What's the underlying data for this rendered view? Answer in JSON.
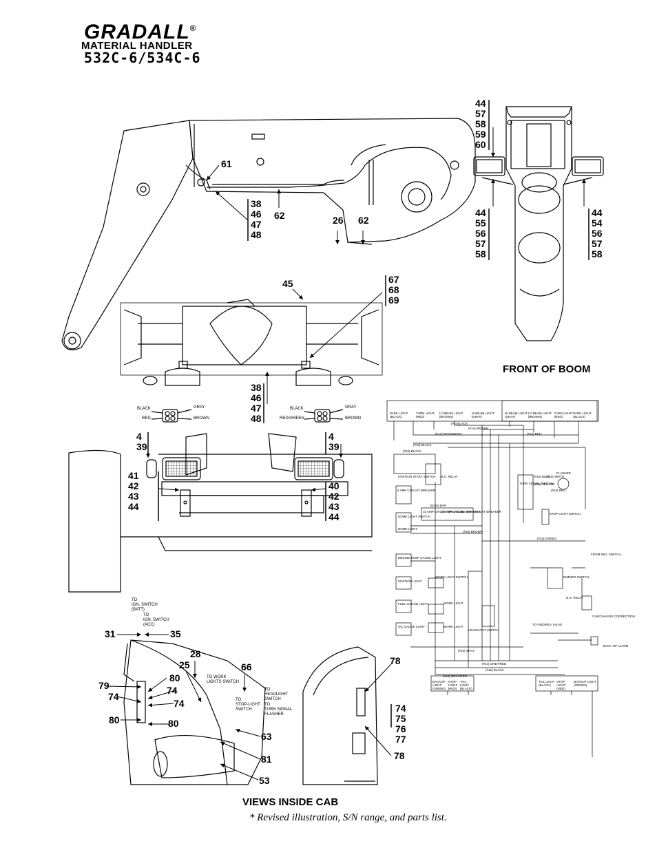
{
  "header": {
    "brand": "GRADALL",
    "registered": "®",
    "subtitle": "MATERIAL HANDLER",
    "model": "532C-6/534C-6"
  },
  "sections": {
    "front_of_boom": "FRONT OF BOOM",
    "views_inside_cab": "VIEWS INSIDE CAB"
  },
  "note": "*  Revised illustration, S/N range, and parts list.",
  "callouts": {
    "boom_61": "61",
    "boom_stack_a": [
      "38",
      "46",
      "47",
      "48"
    ],
    "boom_62a": "62",
    "boom_26": "26",
    "boom_62b": "62",
    "front_top_left": [
      "44",
      "57",
      "58",
      "59",
      "60"
    ],
    "front_bottom_left": [
      "44",
      "55",
      "56",
      "57",
      "58"
    ],
    "front_bottom_right": [
      "44",
      "54",
      "56",
      "57",
      "58"
    ],
    "rear_45": "45",
    "rear_stack_b": [
      "67",
      "68",
      "69"
    ],
    "rear_stack_c": [
      "38",
      "46",
      "47",
      "48"
    ],
    "lamp_left_top": [
      "4",
      "39"
    ],
    "lamp_right_top": [
      "4",
      "39"
    ],
    "lamp_left_bottom": [
      "41",
      "42",
      "43",
      "44"
    ],
    "lamp_right_bottom": [
      "40",
      "42",
      "43",
      "44"
    ],
    "cab_31": "31",
    "cab_35": "35",
    "cab_28": "28",
    "cab_25": "25",
    "cab_66": "66",
    "cab_80a": "80",
    "cab_79": "79",
    "cab_74a": "74",
    "cab_74b": "74",
    "cab_74c": "74",
    "cab_80b": "80",
    "cab_80c": "80",
    "cab_63": "63",
    "cab_81": "81",
    "cab_53": "53",
    "cab_78a": "78",
    "cab_stack_d": [
      "74",
      "75",
      "76",
      "77"
    ],
    "cab_78b": "78"
  },
  "connectors": {
    "left": {
      "tl": "BLACK",
      "bl": "RED",
      "tr": "GRAY",
      "br": "BROWN"
    },
    "right": {
      "tl": "BLACK",
      "bl": "RED/GREEN",
      "tr": "GRAY",
      "br": "BROWN"
    }
  },
  "cab_labels": {
    "ign_batt": [
      "TO",
      "IGN. SWITCH",
      "(BATT)"
    ],
    "ign_acc": [
      "TO",
      "IGN. SWITCH",
      "(ACC)"
    ],
    "work_lights": [
      "TO WORK",
      "LIGHTS SWITCH"
    ],
    "headlight": [
      "TO",
      "HEADLIGHT",
      "SWITCH"
    ],
    "stop_light": [
      "TO",
      "STOP-LIGHT",
      "SWITCH"
    ],
    "turn_flasher": [
      "TO",
      "TURN SIGNAL",
      "FLASHER"
    ]
  },
  "schematic": {
    "top_left_lights": [
      "PARK LIGHT (BLACK)",
      "TURN LIGHT (RED)",
      "LO BEAM LIGHT (BROWN)",
      "HI BEAM LIGHT (GRAY)"
    ],
    "top_right_lights": [
      "HI BEAM LIGHT (GRAY)",
      "LO BEAM LIGHT (BROWN)",
      "TURN LIGHT (RED)",
      "PARK LIGHT (BLACK)"
    ],
    "bottom_left_lights": [
      "BACKUP LIGHT (GREEN)",
      "STOP LIGHT (RED)",
      "TAIL LIGHT (BLACK)"
    ],
    "bottom_right_lights": [
      "TAIL LIGHT (BLACK)",
      "STOP LIGHT (RED)",
      "BACKUP LIGHT (GREEN)"
    ],
    "components": [
      "IGNITION START SWITCH",
      "N.O. RELAY",
      "5 AMP CIRCUIT BREAKER",
      "15 AMP CIRCUIT BREAKER",
      "15 AMP CIRCUIT BREAKER",
      "15 AMP CIRCUIT BREAKER",
      "BUSS BAR",
      "DOME LIGHT SWITCH",
      "DOME LIGHT",
      "TURN SIGNAL SWITCH",
      "FLASHER",
      "STOP LIGHT SWITCH",
      "ENGINE TEMP GAUGE LIGHT",
      "IGNITION LIGHT",
      "WORK LIGHT SWITCH",
      "FUEL GAUGE LIGHT",
      "WORK LIGHT",
      "OIL GAUGE LIGHT",
      "WORK LIGHT",
      "HEADLIGHT SWITCH",
      "DIMMER SWITCH",
      "N.O. RELAY",
      "CAB/CHASSIS CONNECTION",
      "BACK-UP ALARM",
      "FROM REV. SWITCH",
      "TO FWD/REV VALVE"
    ],
    "wires": [
      "(#3) BLACK",
      "(#14) BROWN",
      "(#14) RED/GREEN",
      "(#14) RED",
      "(#10) BLACK",
      "(#16) BLACK",
      "(#16) BROWN",
      "(#16) GREEN",
      "(#16) GRAY",
      "(#16) BLUE",
      "(#16) WHITE",
      "(#16) YELLOW",
      "(#16) RED",
      "(#14) GREY/RED",
      "(#16) BLACK",
      "(#16) GRAY/RED"
    ]
  }
}
